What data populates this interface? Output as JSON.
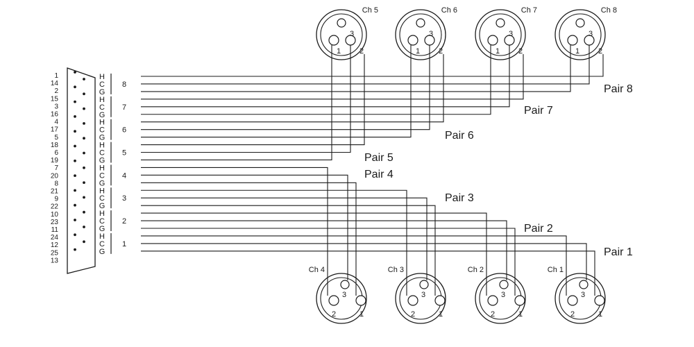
{
  "colors": {
    "line": "#1a1a1a",
    "background": "#ffffff"
  },
  "db25": {
    "pin_numbers": [
      "1",
      "14",
      "2",
      "15",
      "3",
      "16",
      "4",
      "17",
      "5",
      "18",
      "6",
      "19",
      "7",
      "20",
      "8",
      "21",
      "9",
      "22",
      "10",
      "23",
      "11",
      "24",
      "12",
      "25",
      "13"
    ]
  },
  "groups": [
    {
      "label": "8",
      "hcg": [
        "H",
        "C",
        "G"
      ]
    },
    {
      "label": "7",
      "hcg": [
        "H",
        "C",
        "G"
      ]
    },
    {
      "label": "6",
      "hcg": [
        "H",
        "C",
        "G"
      ]
    },
    {
      "label": "5",
      "hcg": [
        "H",
        "C",
        "G"
      ]
    },
    {
      "label": "4",
      "hcg": [
        "H",
        "C",
        "G"
      ]
    },
    {
      "label": "3",
      "hcg": [
        "H",
        "C",
        "G"
      ]
    },
    {
      "label": "2",
      "hcg": [
        "H",
        "C",
        "G"
      ]
    },
    {
      "label": "1",
      "hcg": [
        "H",
        "C",
        "G"
      ]
    }
  ],
  "pairs": [
    "Pair 8",
    "Pair 7",
    "Pair 6",
    "Pair 5",
    "Pair 4",
    "Pair 3",
    "Pair 2",
    "Pair 1"
  ],
  "top_connectors": [
    {
      "channel": "Ch 5",
      "pins": [
        "1",
        "2",
        "3"
      ]
    },
    {
      "channel": "Ch 6",
      "pins": [
        "1",
        "2",
        "3"
      ]
    },
    {
      "channel": "Ch 7",
      "pins": [
        "1",
        "2",
        "3"
      ]
    },
    {
      "channel": "Ch 8",
      "pins": [
        "1",
        "2",
        "3"
      ]
    }
  ],
  "bottom_connectors": [
    {
      "channel": "Ch 4",
      "pins": [
        "2",
        "1",
        "3"
      ]
    },
    {
      "channel": "Ch 3",
      "pins": [
        "2",
        "1",
        "3"
      ]
    },
    {
      "channel": "Ch 2",
      "pins": [
        "2",
        "1",
        "3"
      ]
    },
    {
      "channel": "Ch 1",
      "pins": [
        "2",
        "1",
        "3"
      ]
    }
  ]
}
